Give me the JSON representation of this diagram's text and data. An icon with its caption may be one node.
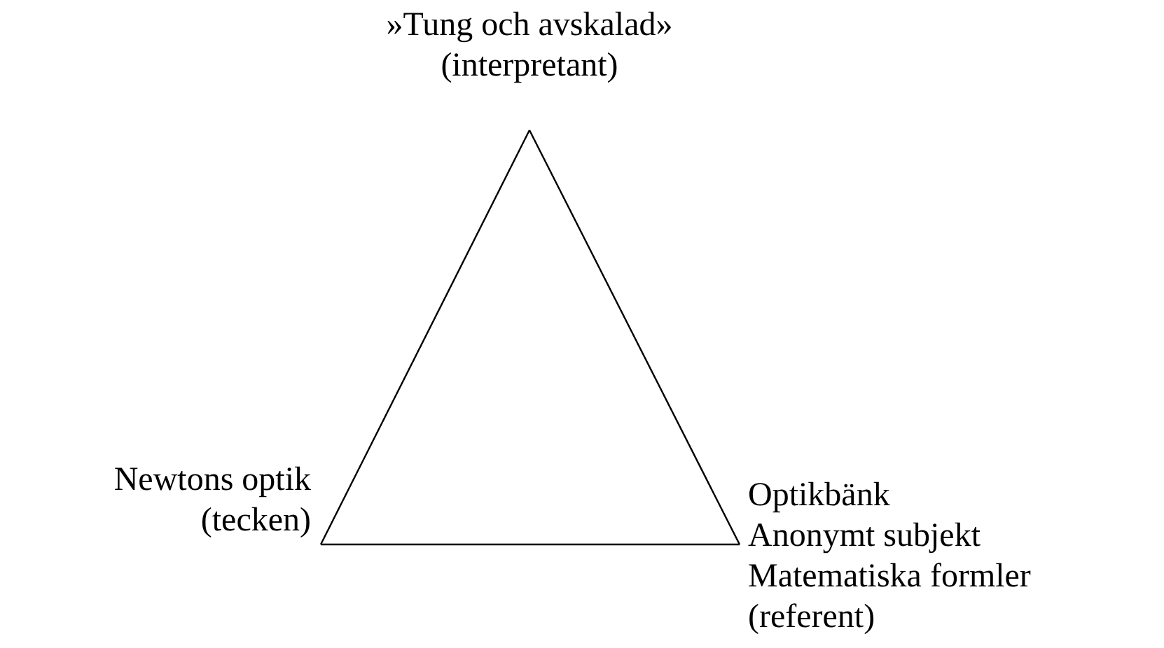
{
  "diagram": {
    "nodes": [
      {
        "text": [
          "»Tung och avskalad»",
          "(interpretant)"
        ]
      },
      {
        "text": [
          "Newtons optik",
          "(tecken)"
        ]
      },
      {
        "text": [
          "Optikbänk",
          "Anonymt subjekt",
          "Matematiska formler",
          "(referent)"
        ]
      }
    ],
    "edges": [
      {
        "from": 0,
        "to": 1,
        "arrow": "none"
      },
      {
        "from": 1,
        "to": 2,
        "arrow": "none"
      },
      {
        "from": 2,
        "to": 0,
        "arrow": "none"
      }
    ]
  }
}
